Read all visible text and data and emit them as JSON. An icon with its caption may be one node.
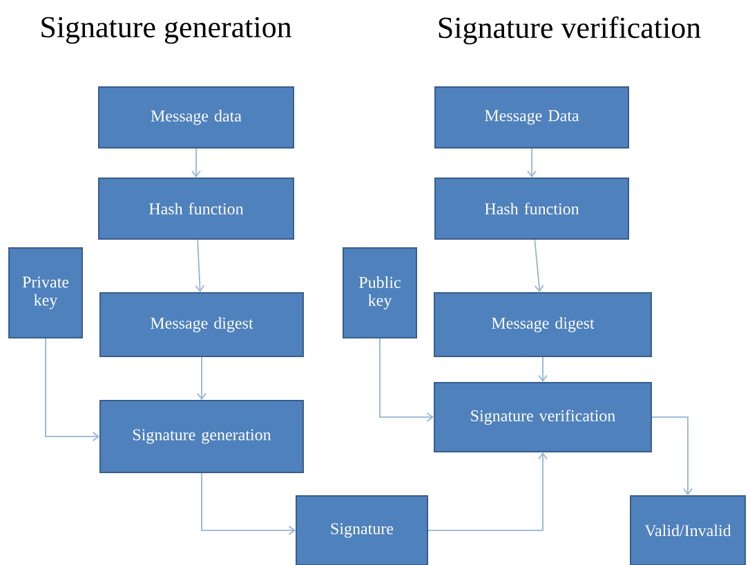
{
  "diagram": {
    "nodes": [
      {
        "text": [
          "Message data"
        ]
      },
      {
        "text": [
          "Hash function"
        ]
      },
      {
        "text": [
          "Private key"
        ]
      },
      {
        "text": [
          "Message digest"
        ]
      },
      {
        "text": [
          "Signature generation"
        ]
      },
      {
        "text": [
          "Signature"
        ]
      },
      {
        "text": [
          "Message Data"
        ]
      },
      {
        "text": [
          "Hash function"
        ]
      },
      {
        "text": [
          "Public key"
        ]
      },
      {
        "text": [
          "Message digest"
        ]
      },
      {
        "text": [
          "Signature verification"
        ]
      },
      {
        "text": [
          "Valid/Invalid"
        ]
      }
    ],
    "edges": [
      {
        "from": 0,
        "to": 1,
        "arrow": "to"
      },
      {
        "from": 1,
        "to": 3,
        "arrow": "to"
      },
      {
        "from": 3,
        "to": 4,
        "arrow": "to"
      },
      {
        "from": 2,
        "to": 4,
        "arrow": "to"
      },
      {
        "from": 4,
        "to": 5,
        "arrow": "to"
      },
      {
        "from": 6,
        "to": 7,
        "arrow": "to"
      },
      {
        "from": 7,
        "to": 9,
        "arrow": "to"
      },
      {
        "from": 9,
        "to": 10,
        "arrow": "to"
      },
      {
        "from": 8,
        "to": 10,
        "arrow": "to"
      },
      {
        "from": 5,
        "to": 10,
        "arrow": "to"
      },
      {
        "from": 10,
        "to": 11,
        "arrow": "to"
      }
    ],
    "labels": [
      "Signature generation",
      "Signature verification"
    ]
  }
}
